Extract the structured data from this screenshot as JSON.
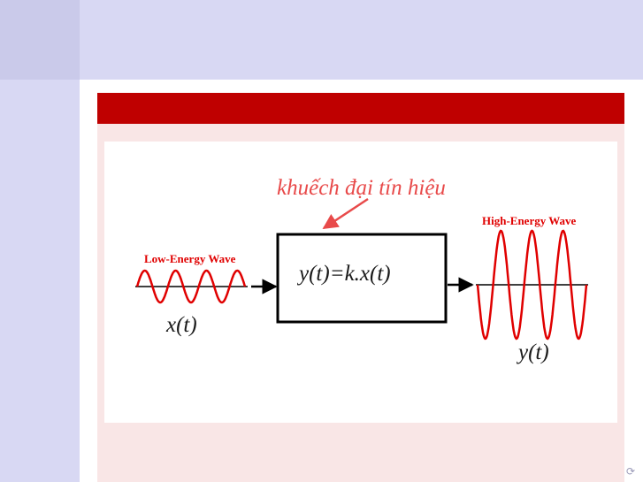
{
  "slide": {
    "block_title": ""
  },
  "diagram": {
    "annotation": "khuếch đại tín hiệu",
    "input_wave_label": "Low-Energy Wave",
    "output_wave_label": "High-Energy Wave",
    "system_equation": "y(t)=k.x(t)",
    "input_signal": "x(t)",
    "output_signal": "y(t)",
    "colors": {
      "wave": "#e00000",
      "annotation": "#e84a4a",
      "box_border": "#000000",
      "block_header": "#bf0000"
    }
  },
  "icons": {
    "nav": "refresh-icon"
  }
}
